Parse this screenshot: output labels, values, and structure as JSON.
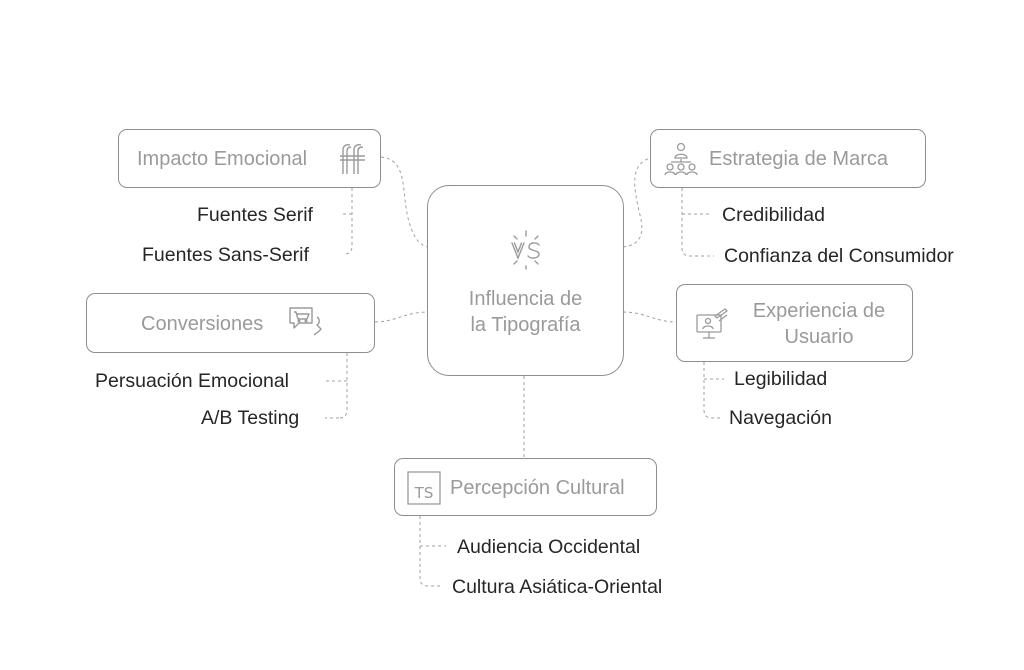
{
  "center": {
    "title_line1": "Influencia de",
    "title_line2": "la Tipografía",
    "icon": "vs-icon"
  },
  "branches": {
    "impacto": {
      "label": "Impacto Emocional",
      "icon": "ff-ligature-icon",
      "children": [
        "Fuentes Serif",
        "Fuentes Sans-Serif"
      ]
    },
    "conversiones": {
      "label": "Conversiones",
      "icon": "cart-speech-bubble-icon",
      "children": [
        "Persuación Emocional",
        "A/B Testing"
      ]
    },
    "percepcion": {
      "label": "Percepción Cultural",
      "icon": "ts-icon",
      "children": [
        "Audiencia Occidental",
        "Cultura Asiática-Oriental"
      ]
    },
    "estrategia": {
      "label": "Estrategia de Marca",
      "icon": "people-hierarchy-icon",
      "children": [
        "Credibilidad",
        "Confianza del Consumidor"
      ]
    },
    "experiencia": {
      "label_line1": "Experiencia de",
      "label_line2": "Usuario",
      "icon": "monitor-user-icon",
      "children": [
        "Legibilidad",
        "Navegación"
      ]
    }
  },
  "colors": {
    "border": "#8e8e8e",
    "muted_text": "#9a9a9a",
    "leaf_text": "#262626"
  }
}
